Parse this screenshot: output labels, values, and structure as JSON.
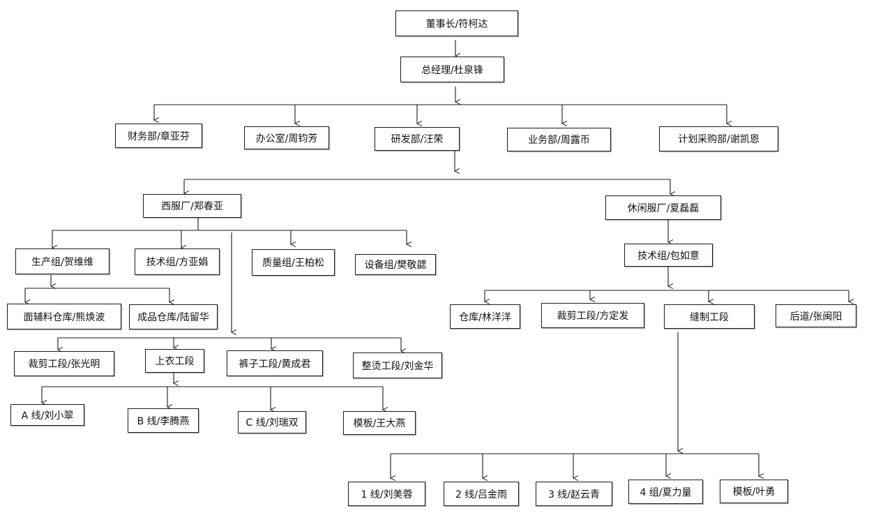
{
  "nodes": {
    "chairman": "董事长/符柯达",
    "gm": "总经理/杜泉锋",
    "finance": "财务部/章亚芬",
    "office": "办公室/周钧芳",
    "rnd": "研发部/汪荣",
    "business": "业务部/周露币",
    "planning": "计划采购部/谢凯恩",
    "west_factory": "西服厂/郑春亚",
    "casual_factory": "休闲服厂/夏磊磊",
    "w_production": "生产组/贺维维",
    "w_tech": "技术组/方亚娟",
    "w_quality": "质量组/王柏松",
    "w_equipment": "设备组/樊敬勰",
    "w_material_store": "面辅料仓库/熊焕波",
    "w_product_store": "成品仓库/陆留华",
    "w_cutting": "裁剪工段/张光明",
    "w_jacket": "上衣工段",
    "w_trousers": "裤子工段/黄成君",
    "w_ironing": "整烫工段/刘金华",
    "w_line_a": "A 线/刘小翠",
    "w_line_b": "B 线/李腾燕",
    "w_line_c": "C 线/刘瑞双",
    "w_template": "模板/王大燕",
    "c_tech": "技术组/包如意",
    "c_warehouse": "仓库/林洋洋",
    "c_cutting": "裁剪工段/方定发",
    "c_sewing": "缝制工段",
    "c_back": "后道/张闽阳",
    "c_line1": "1 线/刘美蓉",
    "c_line2": "2 线/吕金雨",
    "c_line3": "3 线/赵云青",
    "c_group4": "4 组/夏力量",
    "c_template": "模板/叶勇"
  }
}
